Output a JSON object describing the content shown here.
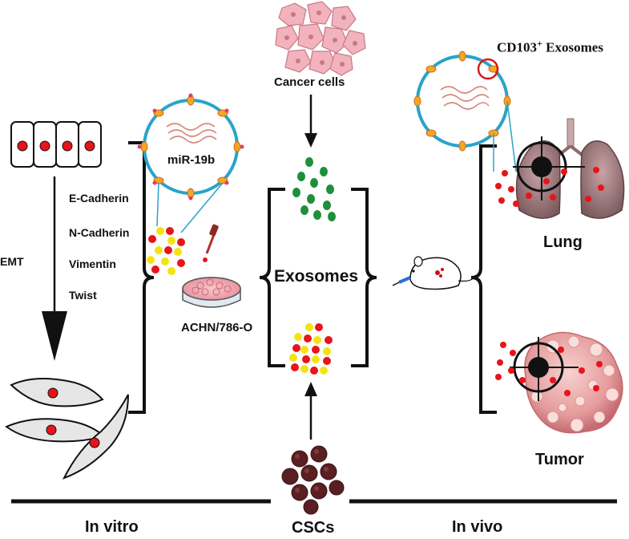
{
  "labels": {
    "cancer_cells": "Cancer cells",
    "cd103": "CD103",
    "cd103_sup": "+",
    "exosomes_word": "Exosomes",
    "mir": "miR-19b",
    "markers": [
      "E-Cadherin",
      "N-Cadherin",
      "Vimentin",
      "Twist"
    ],
    "emt": "EMT",
    "exosomes_center": "Exosomes",
    "cell_line": "ACHN/786-O",
    "lung": "Lung",
    "tumor": "Tumor",
    "in_vitro": "In vitro",
    "cscs": "CSCs",
    "in_vivo": "In vivo"
  },
  "colors": {
    "cell_red": "#e8141a",
    "exosome_yellow": "#f5e311",
    "exosome_green": "#1e8f3a",
    "membrane_blue": "#2aa3c9",
    "csc_brown": "#5a1f22",
    "cancer_pink": "#f2b3bd",
    "target_black": "#111111",
    "highlight_red": "#d61a1a"
  }
}
